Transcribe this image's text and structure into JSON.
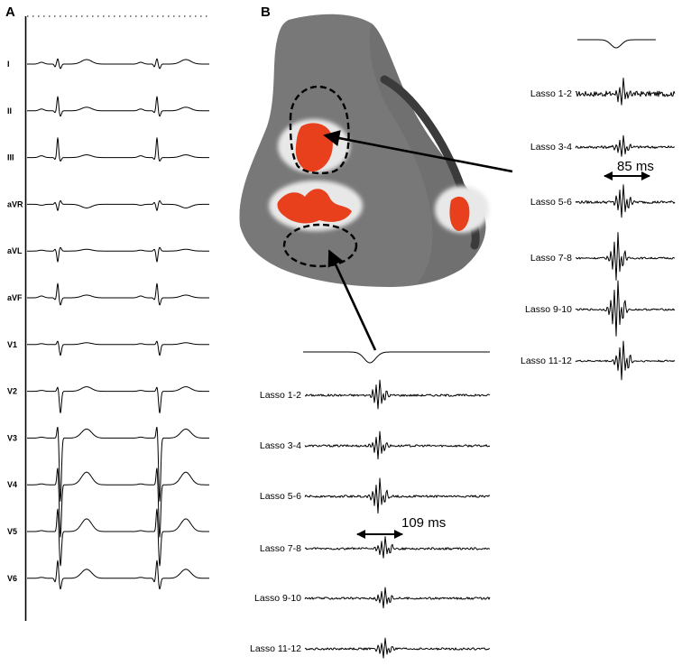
{
  "panels": {
    "a": "A",
    "b": "B"
  },
  "ecg_leads": [
    "I",
    "II",
    "III",
    "aVR",
    "aVL",
    "aVF",
    "V1",
    "V2",
    "V3",
    "V4",
    "V5",
    "V6"
  ],
  "lasso_right": {
    "labels": [
      "Lasso 1-2",
      "Lasso 3-4",
      "Lasso 5-6",
      "Lasso 7-8",
      "Lasso 9-10",
      "Lasso 11-12"
    ],
    "interval": "85 ms"
  },
  "lasso_bottom": {
    "labels": [
      "Lasso 1-2",
      "Lasso 3-4",
      "Lasso 5-6",
      "Lasso 7-8",
      "Lasso 9-10",
      "Lasso 11-12"
    ],
    "interval": "109 ms"
  },
  "colors": {
    "map_gray": "#7a7a7a",
    "activation_red": "#e8401c",
    "activation_halo": "#e8e8e8",
    "ink": "#000000"
  }
}
